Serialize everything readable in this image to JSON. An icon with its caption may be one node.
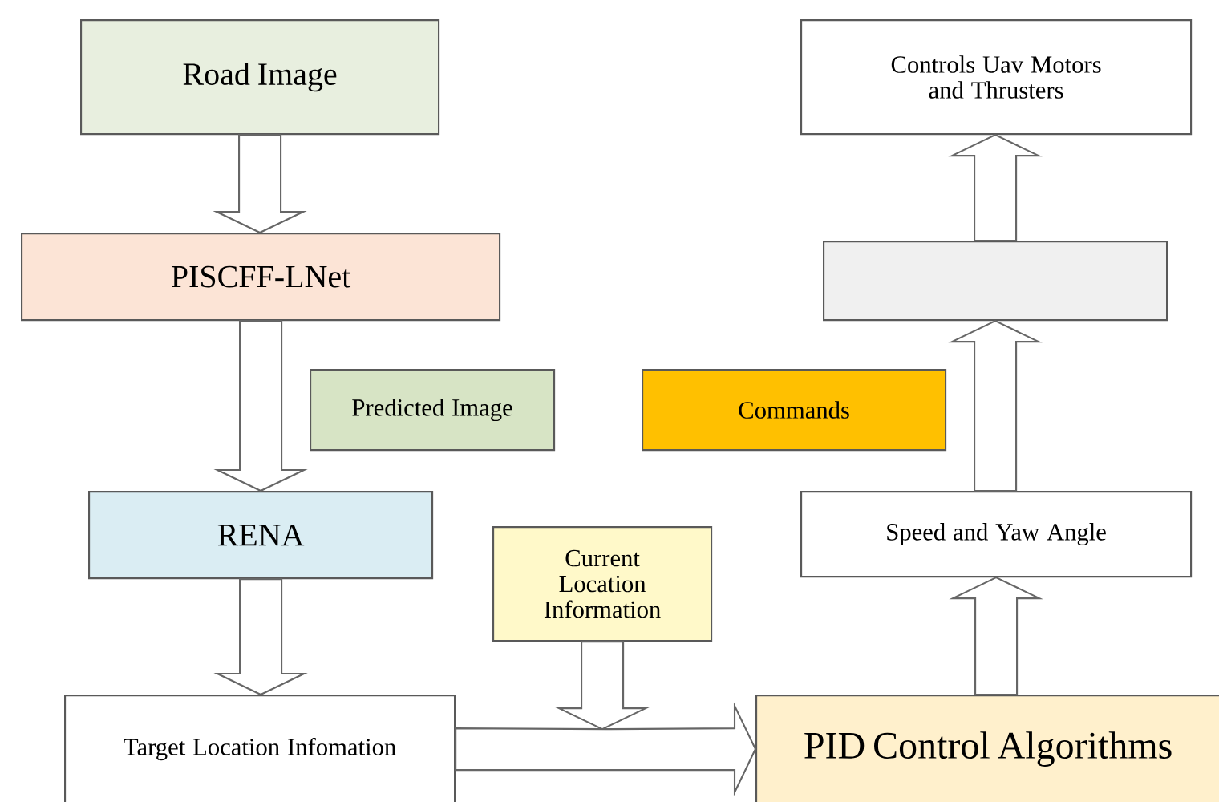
{
  "diagram": {
    "nodes": [
      {
        "text": [
          "Road Image"
        ]
      },
      {
        "text": [
          "PISCFF-LNet"
        ]
      },
      {
        "text": [
          "Predicted Image"
        ]
      },
      {
        "text": [
          "RENA"
        ]
      },
      {
        "text": [
          "Target Location Infomation"
        ]
      },
      {
        "text": [
          "Current Location Information"
        ]
      },
      {
        "text": [
          "PID Control Algorithms"
        ]
      },
      {
        "text": [
          "Controls Uav Motors and Thrusters"
        ]
      },
      {
        "text": [],
        "shape": "box"
      },
      {
        "text": [
          "Commands"
        ]
      },
      {
        "text": [
          "Speed and Yaw Angle"
        ]
      }
    ],
    "edges": [
      {
        "from": 0,
        "to": 1,
        "arrow": "to"
      },
      {
        "from": 1,
        "to": 3,
        "arrow": "to"
      },
      {
        "from": 3,
        "to": 4,
        "arrow": "to"
      },
      {
        "from": 4,
        "to": 6,
        "arrow": "to"
      },
      {
        "from": 5,
        "to": 6,
        "arrow": "to"
      },
      {
        "from": 6,
        "to": 10,
        "arrow": "to"
      },
      {
        "from": 10,
        "to": 8,
        "arrow": "to"
      },
      {
        "from": 8,
        "to": 7,
        "arrow": "to"
      }
    ]
  }
}
